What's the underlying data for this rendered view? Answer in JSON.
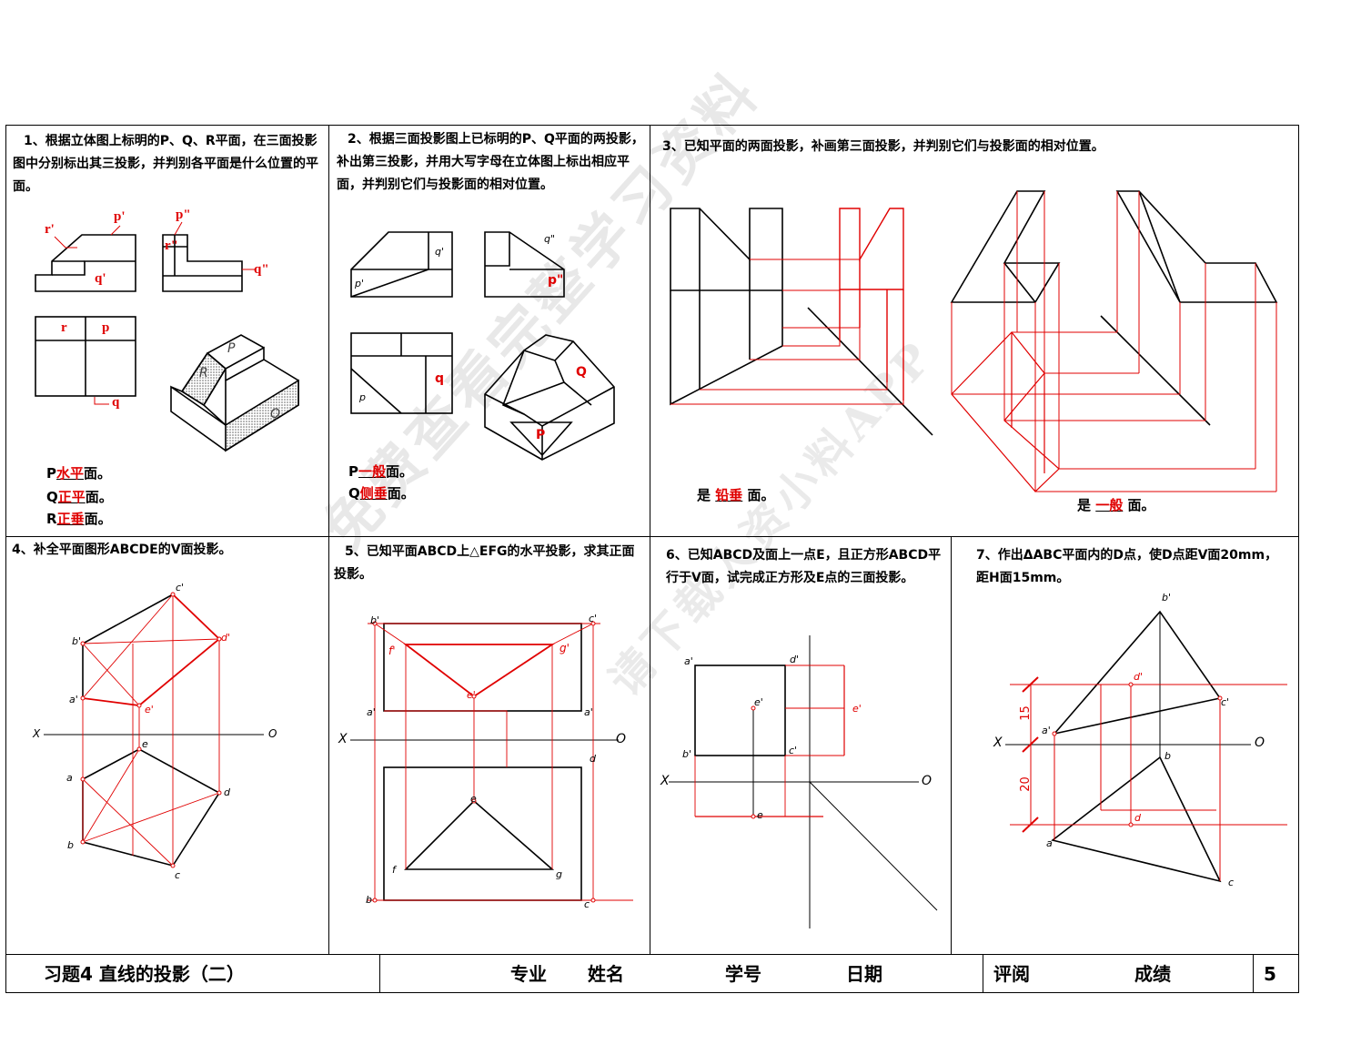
{
  "watermark": {
    "line1": "免费查看完整学习资料",
    "line2": "请下载人资小料APP"
  },
  "q1": {
    "text": "1、根据立体图上标明的P、Q、R平面，在三面投影图中分别标出其三投影，并判别各平面是什么位置的平面。",
    "labels": [
      "r'",
      "p'",
      "p\"",
      "r\"",
      "q'",
      "q\"",
      "r",
      "p",
      "q",
      "P",
      "R",
      "Q"
    ],
    "ans_p_prefix": "P",
    "ans_p": "水平",
    "ans_p_suffix": "面。",
    "ans_q_prefix": "Q",
    "ans_q": "正平",
    "ans_q_suffix": "面。",
    "ans_r_prefix": "R",
    "ans_r": "正垂",
    "ans_r_suffix": "面。"
  },
  "q2": {
    "text": "2、根据三面投影图上已标明的P、Q平面的两投影，补出第三投影，并用大写字母在立体图上标出相应平面，并判别它们与投影面的相对位置。",
    "labels": [
      "q'",
      "p'",
      "q\"",
      "p\"",
      "q",
      "p",
      "Q",
      "P"
    ],
    "ans_p_prefix": "P",
    "ans_p": "一般",
    "ans_p_suffix": "面。",
    "ans_q_prefix": "Q",
    "ans_q": "侧垂",
    "ans_q_suffix": "面。"
  },
  "q3": {
    "text": "3、已知平面的两面投影，补画第三面投影，并判别它们与投影面的相对位置。",
    "ans1_prefix": "是",
    "ans1": "铅垂",
    "ans1_suffix": "面。",
    "ans2_prefix": "是",
    "ans2": "一般",
    "ans2_suffix": "面。"
  },
  "q4": {
    "text": "4、补全平面图形ABCDE的V面投影。",
    "labels": [
      "c'",
      "b'",
      "d'",
      "a'",
      "e'",
      "X",
      "O",
      "e",
      "a",
      "d",
      "b",
      "c"
    ]
  },
  "q5": {
    "text": "5、已知平面ABCD上△EFG的水平投影，求其正面投影。",
    "labels": [
      "b'",
      "c'",
      "f'",
      "g'",
      "e'",
      "a'",
      "a'",
      "X",
      "O",
      "d",
      "e",
      "f",
      "g",
      "b",
      "c"
    ]
  },
  "q6": {
    "text": "6、已知ABCD及面上一点E，且正方形ABCD平行于V面，试完成正方形及E点的三面投影。",
    "labels": [
      "a'",
      "d'",
      "e'",
      "e'",
      "b'",
      "c'",
      "X",
      "O",
      "e"
    ]
  },
  "q7": {
    "text": "7、作出ΔABC平面内的D点，使D点距V面20mm，距H面15mm。",
    "labels": [
      "b'",
      "d'",
      "c'",
      "a'",
      "X",
      "O",
      "b",
      "d",
      "a",
      "c",
      "15",
      "20"
    ]
  },
  "footer": {
    "title": "习题4   直线的投影（二）",
    "major": "专业",
    "name": "姓名",
    "student_id": "学号",
    "date": "日期",
    "review": "评阅",
    "score": "成绩",
    "page": "5"
  },
  "colors": {
    "answer": "#e00000",
    "line": "#000000"
  }
}
